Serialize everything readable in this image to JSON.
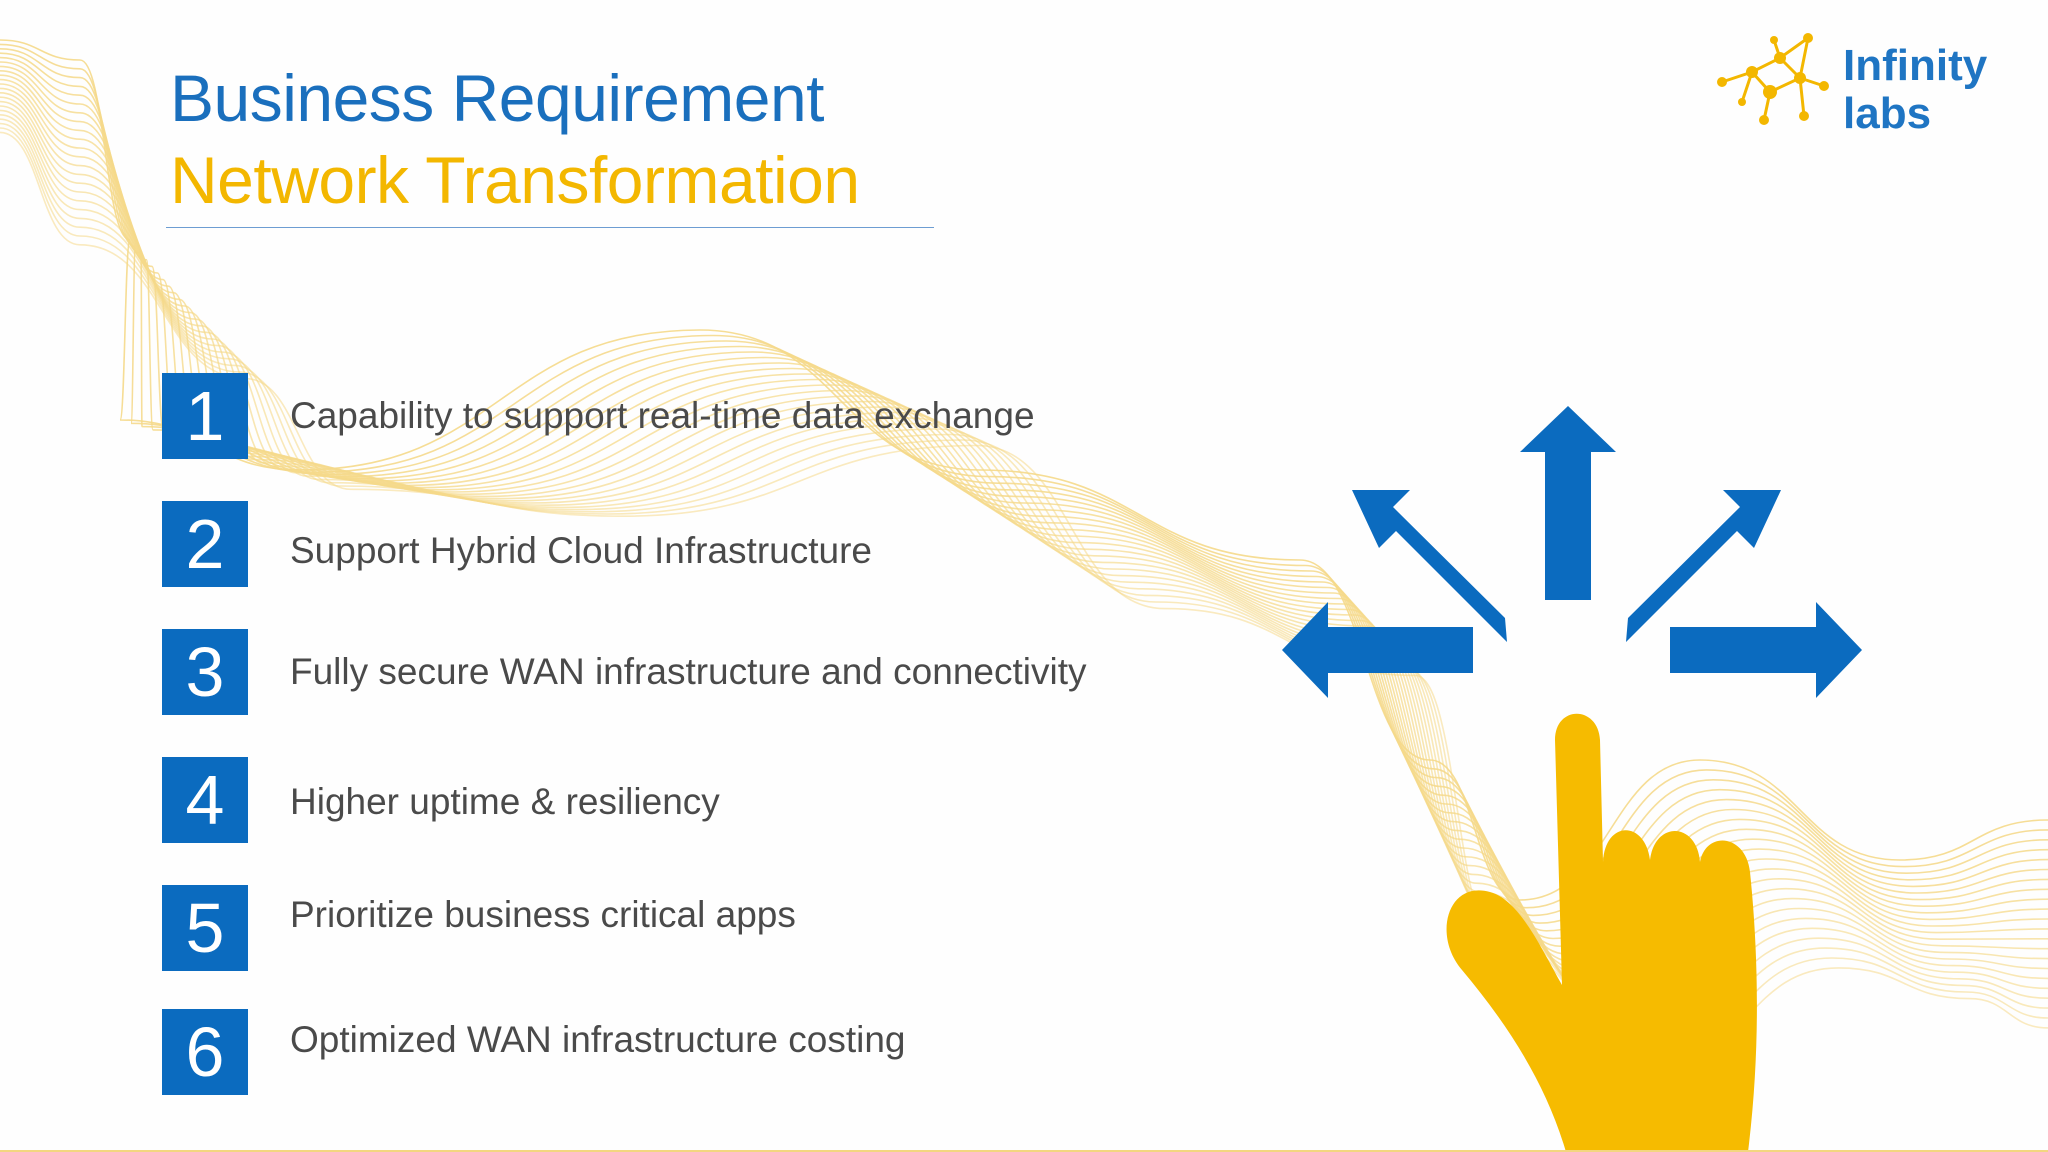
{
  "title": {
    "line1": "Business Requirement",
    "line2": "Network Transformation"
  },
  "logo": {
    "line1": "Infinity",
    "line2": "labs"
  },
  "requirements": [
    {
      "number": "1",
      "text": "Capability to support real-time data exchange"
    },
    {
      "number": "2",
      "text": "Support Hybrid Cloud Infrastructure"
    },
    {
      "number": "3",
      "text": "Fully secure WAN infrastructure and connectivity"
    },
    {
      "number": "4",
      "text": "Higher uptime & resiliency"
    },
    {
      "number": "5",
      "text": "Prioritize business critical apps"
    },
    {
      "number": "6",
      "text": "Optimized WAN infrastructure costing"
    }
  ],
  "graphic": {
    "arrows": "arrows-out-icon",
    "hand": "pointing-hand-icon"
  },
  "colors": {
    "blue": "#0b6bbf",
    "title_blue": "#1a6fbd",
    "yellow": "#f3b700",
    "wave": "#f5d98a",
    "text": "#4a4a4a"
  }
}
